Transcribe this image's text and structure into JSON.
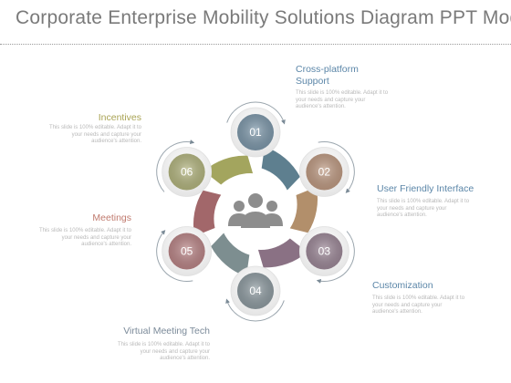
{
  "title": "Corporate Enterprise Mobility Solutions Diagram PPT Model",
  "description_text": "This slide is 100% editable. Adapt it to\nyour needs and capture your\naudience's attention.",
  "center_icon": "people-group-icon",
  "steps": [
    {
      "number": "01",
      "label": "Cross-platform\nSupport",
      "label_color": "#5b86a8",
      "circle_color": "#7d98ab",
      "band_color": "#5e7f8f"
    },
    {
      "number": "02",
      "label": "User Friendly Interface",
      "label_color": "#5b86a8",
      "circle_color": "#bf9a82",
      "band_color": "#b28f6b"
    },
    {
      "number": "03",
      "label": "Customization",
      "label_color": "#5b86a8",
      "circle_color": "#9c8797",
      "band_color": "#8a7184"
    },
    {
      "number": "04",
      "label": "Virtual Meeting Tech",
      "label_color": "#7b8a99",
      "circle_color": "#8e9ba1",
      "band_color": "#7d8e90"
    },
    {
      "number": "05",
      "label": "Meetings",
      "label_color": "#c07a6e",
      "circle_color": "#ba8486",
      "band_color": "#a2676a"
    },
    {
      "number": "06",
      "label": "Incentives",
      "label_color": "#a9a354",
      "circle_color": "#b3b57e",
      "band_color": "#a3a55e"
    }
  ]
}
